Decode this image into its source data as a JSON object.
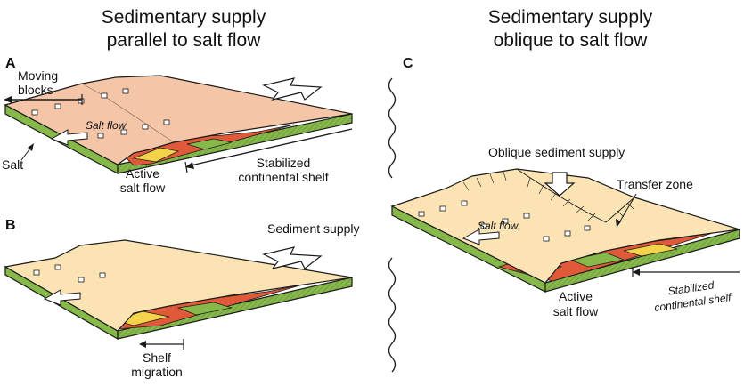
{
  "titles": {
    "left": [
      "Sedimentary supply",
      "parallel to salt flow"
    ],
    "right": [
      "Sedimentary supply",
      "oblique to salt flow"
    ]
  },
  "panels": {
    "a": {
      "letter": "A",
      "moving_blocks": [
        "Moving",
        "blocks"
      ],
      "salt_flow": "Salt flow",
      "salt": "Salt",
      "active_salt_flow": [
        "Active",
        "salt flow"
      ],
      "stabilized_shelf": [
        "Stabilized",
        "continental shelf"
      ]
    },
    "b": {
      "letter": "B",
      "sediment_supply": "Sediment supply",
      "shelf_migration": [
        "Shelf",
        "migration"
      ]
    },
    "c": {
      "letter": "C",
      "oblique_supply": "Oblique sediment supply",
      "transfer_zone": "Transfer zone",
      "salt_flow": "Salt flow",
      "active_salt_flow": [
        "Active",
        "salt flow"
      ],
      "stabilized_shelf": [
        "Stabilized",
        "continental shelf"
      ]
    }
  },
  "colors": {
    "salmon": "#f5c5a8",
    "cream": "#fbe3b4",
    "green": "#86b94a",
    "red": "#e05a3a",
    "yellow": "#f2d34a",
    "dark": "#1a1a1a"
  }
}
